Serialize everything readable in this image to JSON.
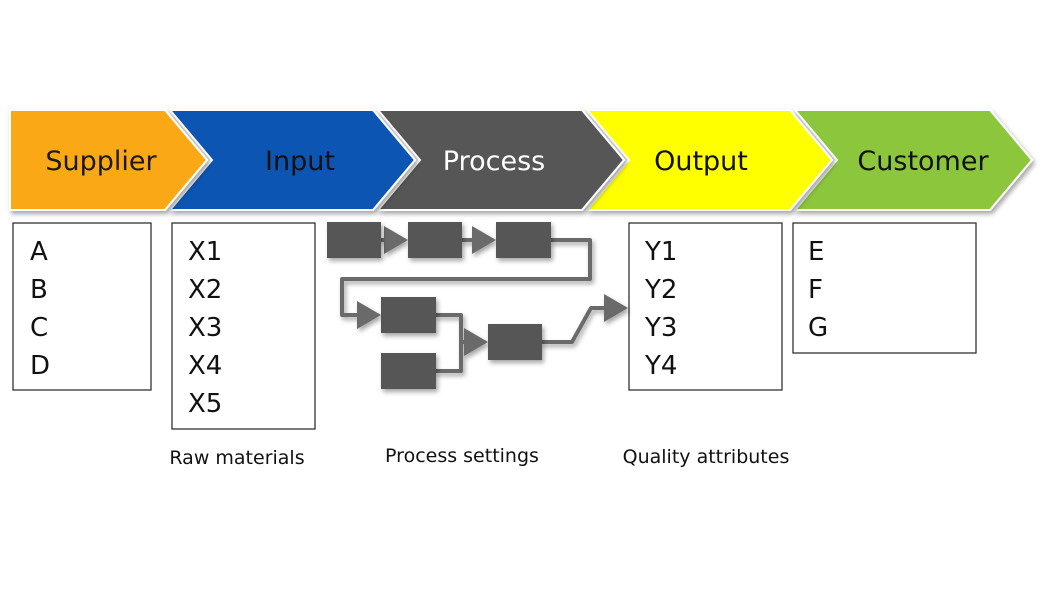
{
  "stages": [
    {
      "label": "Supplier",
      "color": "#FAA819",
      "text_color": "#1a1a1a"
    },
    {
      "label": "Input",
      "color": "#0B55B2",
      "text_color": "#111111"
    },
    {
      "label": "Process",
      "color": "#565656",
      "text_color": "#ffffff"
    },
    {
      "label": "Output",
      "color": "#FFFF00",
      "text_color": "#111111"
    },
    {
      "label": "Customer",
      "color": "#8CC63E",
      "text_color": "#111111"
    }
  ],
  "supplier_box": {
    "items": [
      "A",
      "B",
      "C",
      "D"
    ]
  },
  "input_box": {
    "items": [
      "X1",
      "X2",
      "X3",
      "X4",
      "X5"
    ]
  },
  "output_box": {
    "items": [
      "Y1",
      "Y2",
      "Y3",
      "Y4"
    ]
  },
  "customer_box": {
    "items": [
      "E",
      "F",
      "G"
    ]
  },
  "captions": {
    "raw_materials": "Raw materials",
    "process_settings": "Process settings",
    "quality_attributes": "Quality attributes"
  },
  "colors": {
    "process_block": "#565656",
    "connector": "#6b6b6b",
    "box_border": "#333333"
  }
}
